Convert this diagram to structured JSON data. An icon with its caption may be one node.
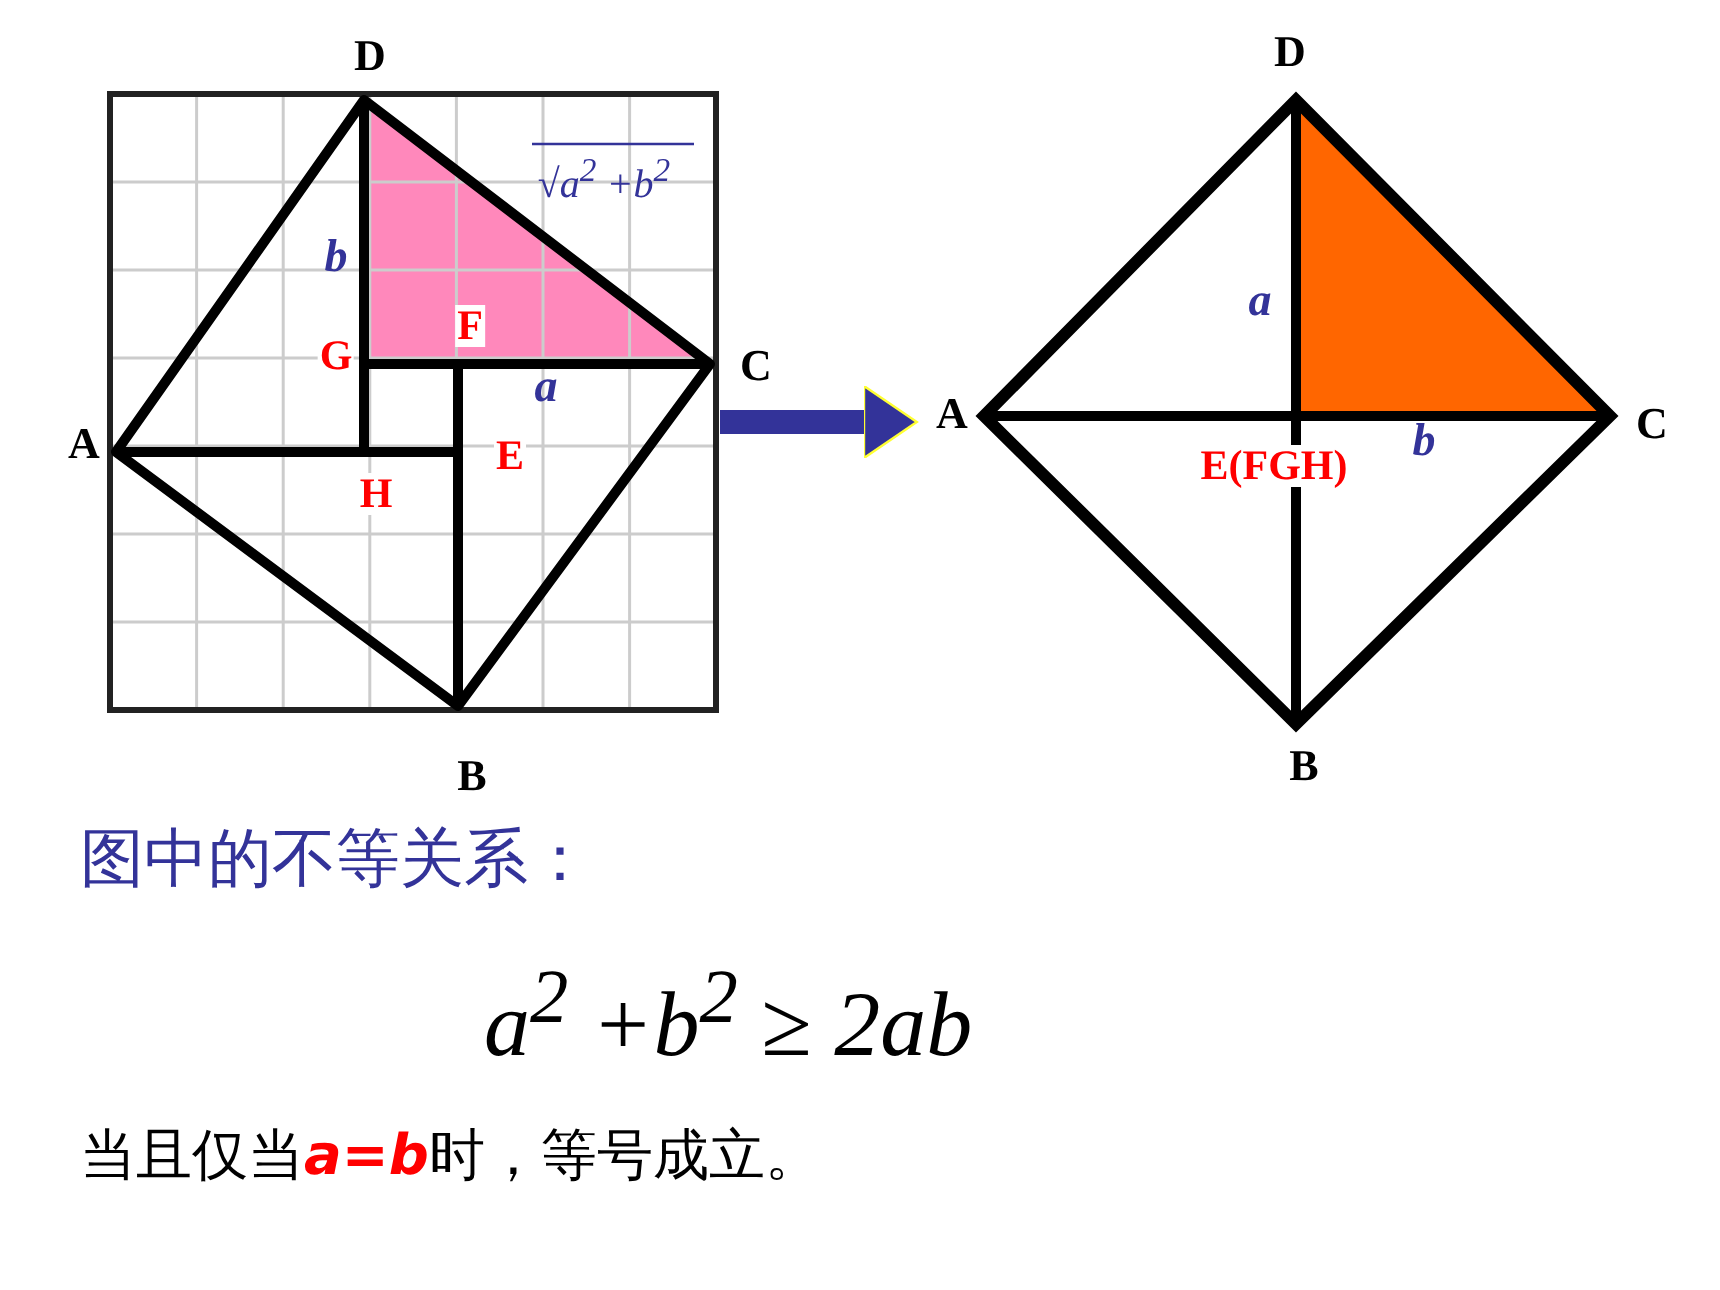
{
  "diagram": {
    "nodes": [
      {
        "text": [],
        "shape": "box"
      },
      {
        "text": [],
        "shape": "diamond"
      }
    ],
    "edges": [
      {
        "from": 0,
        "to": 1,
        "arrow": "to"
      }
    ],
    "labels": [
      "D",
      "√a$^{2}$ +b$^{2}$",
      "b",
      "G",
      "F",
      "C",
      "a",
      "A",
      "H",
      "E",
      "B",
      "D",
      "a",
      "A",
      "E(FGH)",
      "b",
      "C",
      "B",
      "图中的不等关系：",
      "a$^{2}$ +b$^{2}$ ≥ 2ab",
      "当且仅当**a=b**时，等号成立。"
    ]
  }
}
